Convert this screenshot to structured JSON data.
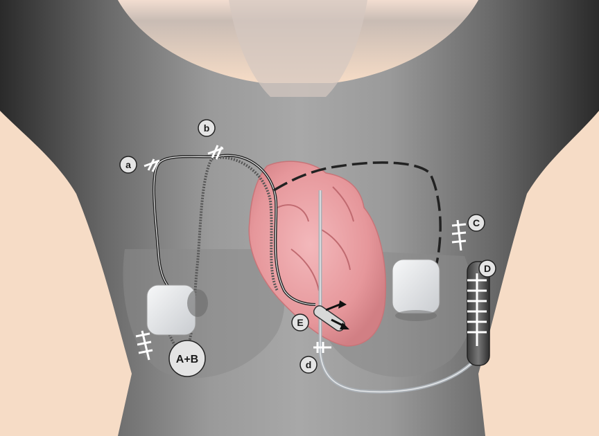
{
  "colors": {
    "background_skin": "#f6dcc6",
    "torso_shadow": "#3a3a3a",
    "heart": "#e8a0a4",
    "device": "#e6e8ea",
    "label_circle": "#e4e4e4"
  },
  "labels": {
    "a": "a",
    "b": "b",
    "c": "C",
    "d": "d",
    "D": "D",
    "E": "E",
    "ab": "A+B"
  }
}
